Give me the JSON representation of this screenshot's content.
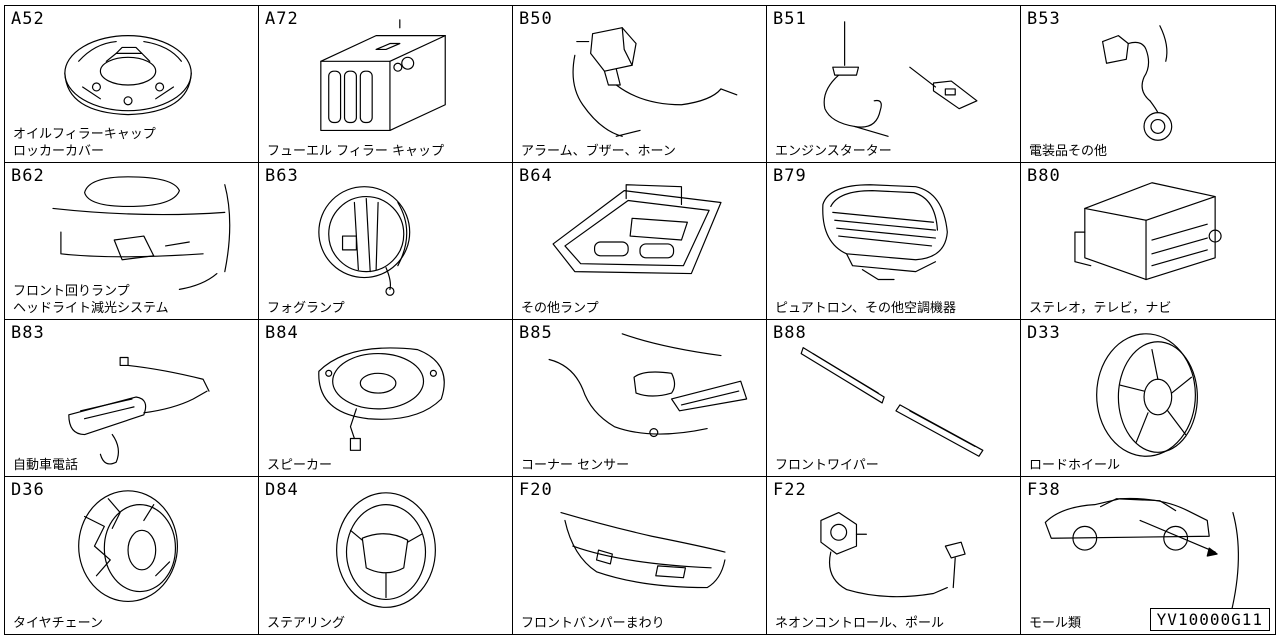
{
  "catalog": {
    "doc_code": "YV10000G11",
    "items": [
      {
        "code": "A52",
        "label": "オイルフィラーキャップ\nロッカーカバー",
        "icon": "oil-filler-cap-icon"
      },
      {
        "code": "A72",
        "label": "フューエル フィラー キャップ",
        "icon": "fuel-filler-cap-icon"
      },
      {
        "code": "B50",
        "label": "アラーム、ブザー、ホーン",
        "icon": "alarm-horn-icon"
      },
      {
        "code": "B51",
        "label": "エンジンスターター",
        "icon": "engine-starter-icon"
      },
      {
        "code": "B53",
        "label": "電装品その他",
        "icon": "electrical-misc-icon"
      },
      {
        "code": "B62",
        "label": "フロント回りランプ\nヘッドライト減光システム",
        "icon": "front-lamp-icon"
      },
      {
        "code": "B63",
        "label": "フォグランプ",
        "icon": "fog-lamp-icon"
      },
      {
        "code": "B64",
        "label": "その他ランプ",
        "icon": "room-lamp-icon"
      },
      {
        "code": "B79",
        "label": "ピュアトロン、その他空調機器",
        "icon": "air-purifier-icon"
      },
      {
        "code": "B80",
        "label": "ステレオ，テレビ，ナビ",
        "icon": "car-stereo-icon"
      },
      {
        "code": "B83",
        "label": "自動車電話",
        "icon": "car-phone-icon"
      },
      {
        "code": "B84",
        "label": "スピーカー",
        "icon": "speaker-icon"
      },
      {
        "code": "B85",
        "label": "コーナー センサー",
        "icon": "corner-sensor-icon"
      },
      {
        "code": "B88",
        "label": "フロントワイパー",
        "icon": "wiper-blade-icon"
      },
      {
        "code": "D33",
        "label": "ロードホイール",
        "icon": "road-wheel-icon"
      },
      {
        "code": "D36",
        "label": "タイヤチェーン",
        "icon": "tire-chain-icon"
      },
      {
        "code": "D84",
        "label": "ステアリング",
        "icon": "steering-wheel-icon"
      },
      {
        "code": "F20",
        "label": "フロントバンパーまわり",
        "icon": "front-bumper-icon"
      },
      {
        "code": "F22",
        "label": "ネオンコントロール、ポール",
        "icon": "neon-control-icon"
      },
      {
        "code": "F38",
        "label": "モール類",
        "icon": "molding-icon"
      }
    ]
  }
}
